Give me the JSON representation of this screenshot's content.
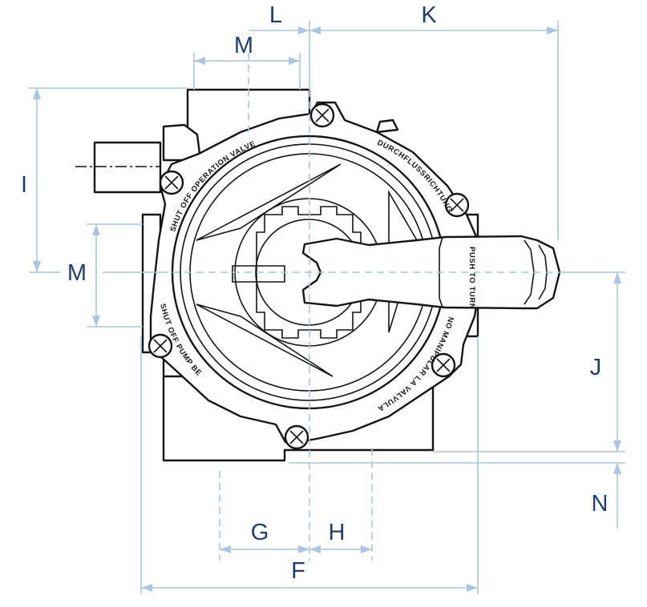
{
  "dimension_labels": {
    "L": "L",
    "K": "K",
    "M_top": "M",
    "I": "I",
    "M_left": "M",
    "J": "J",
    "N": "N",
    "G": "G",
    "H": "H",
    "F": "F"
  },
  "valve_markings": {
    "top_left_arc": "SHUT OFF OPERATION VALVE",
    "left_arc": "SHUT OFF PUMP BEFORE OPERATING VALVE",
    "top_right_arc": "DURCHFLUSSRICHTUNG",
    "bottom_right_arc": "NO MANIPULAR LA VALVULA",
    "handle_text": "PUSH TO TURN"
  },
  "colors": {
    "dimension_lines": "#a9c6e2",
    "labels": "#1e3f73",
    "drawing": "#151515"
  }
}
